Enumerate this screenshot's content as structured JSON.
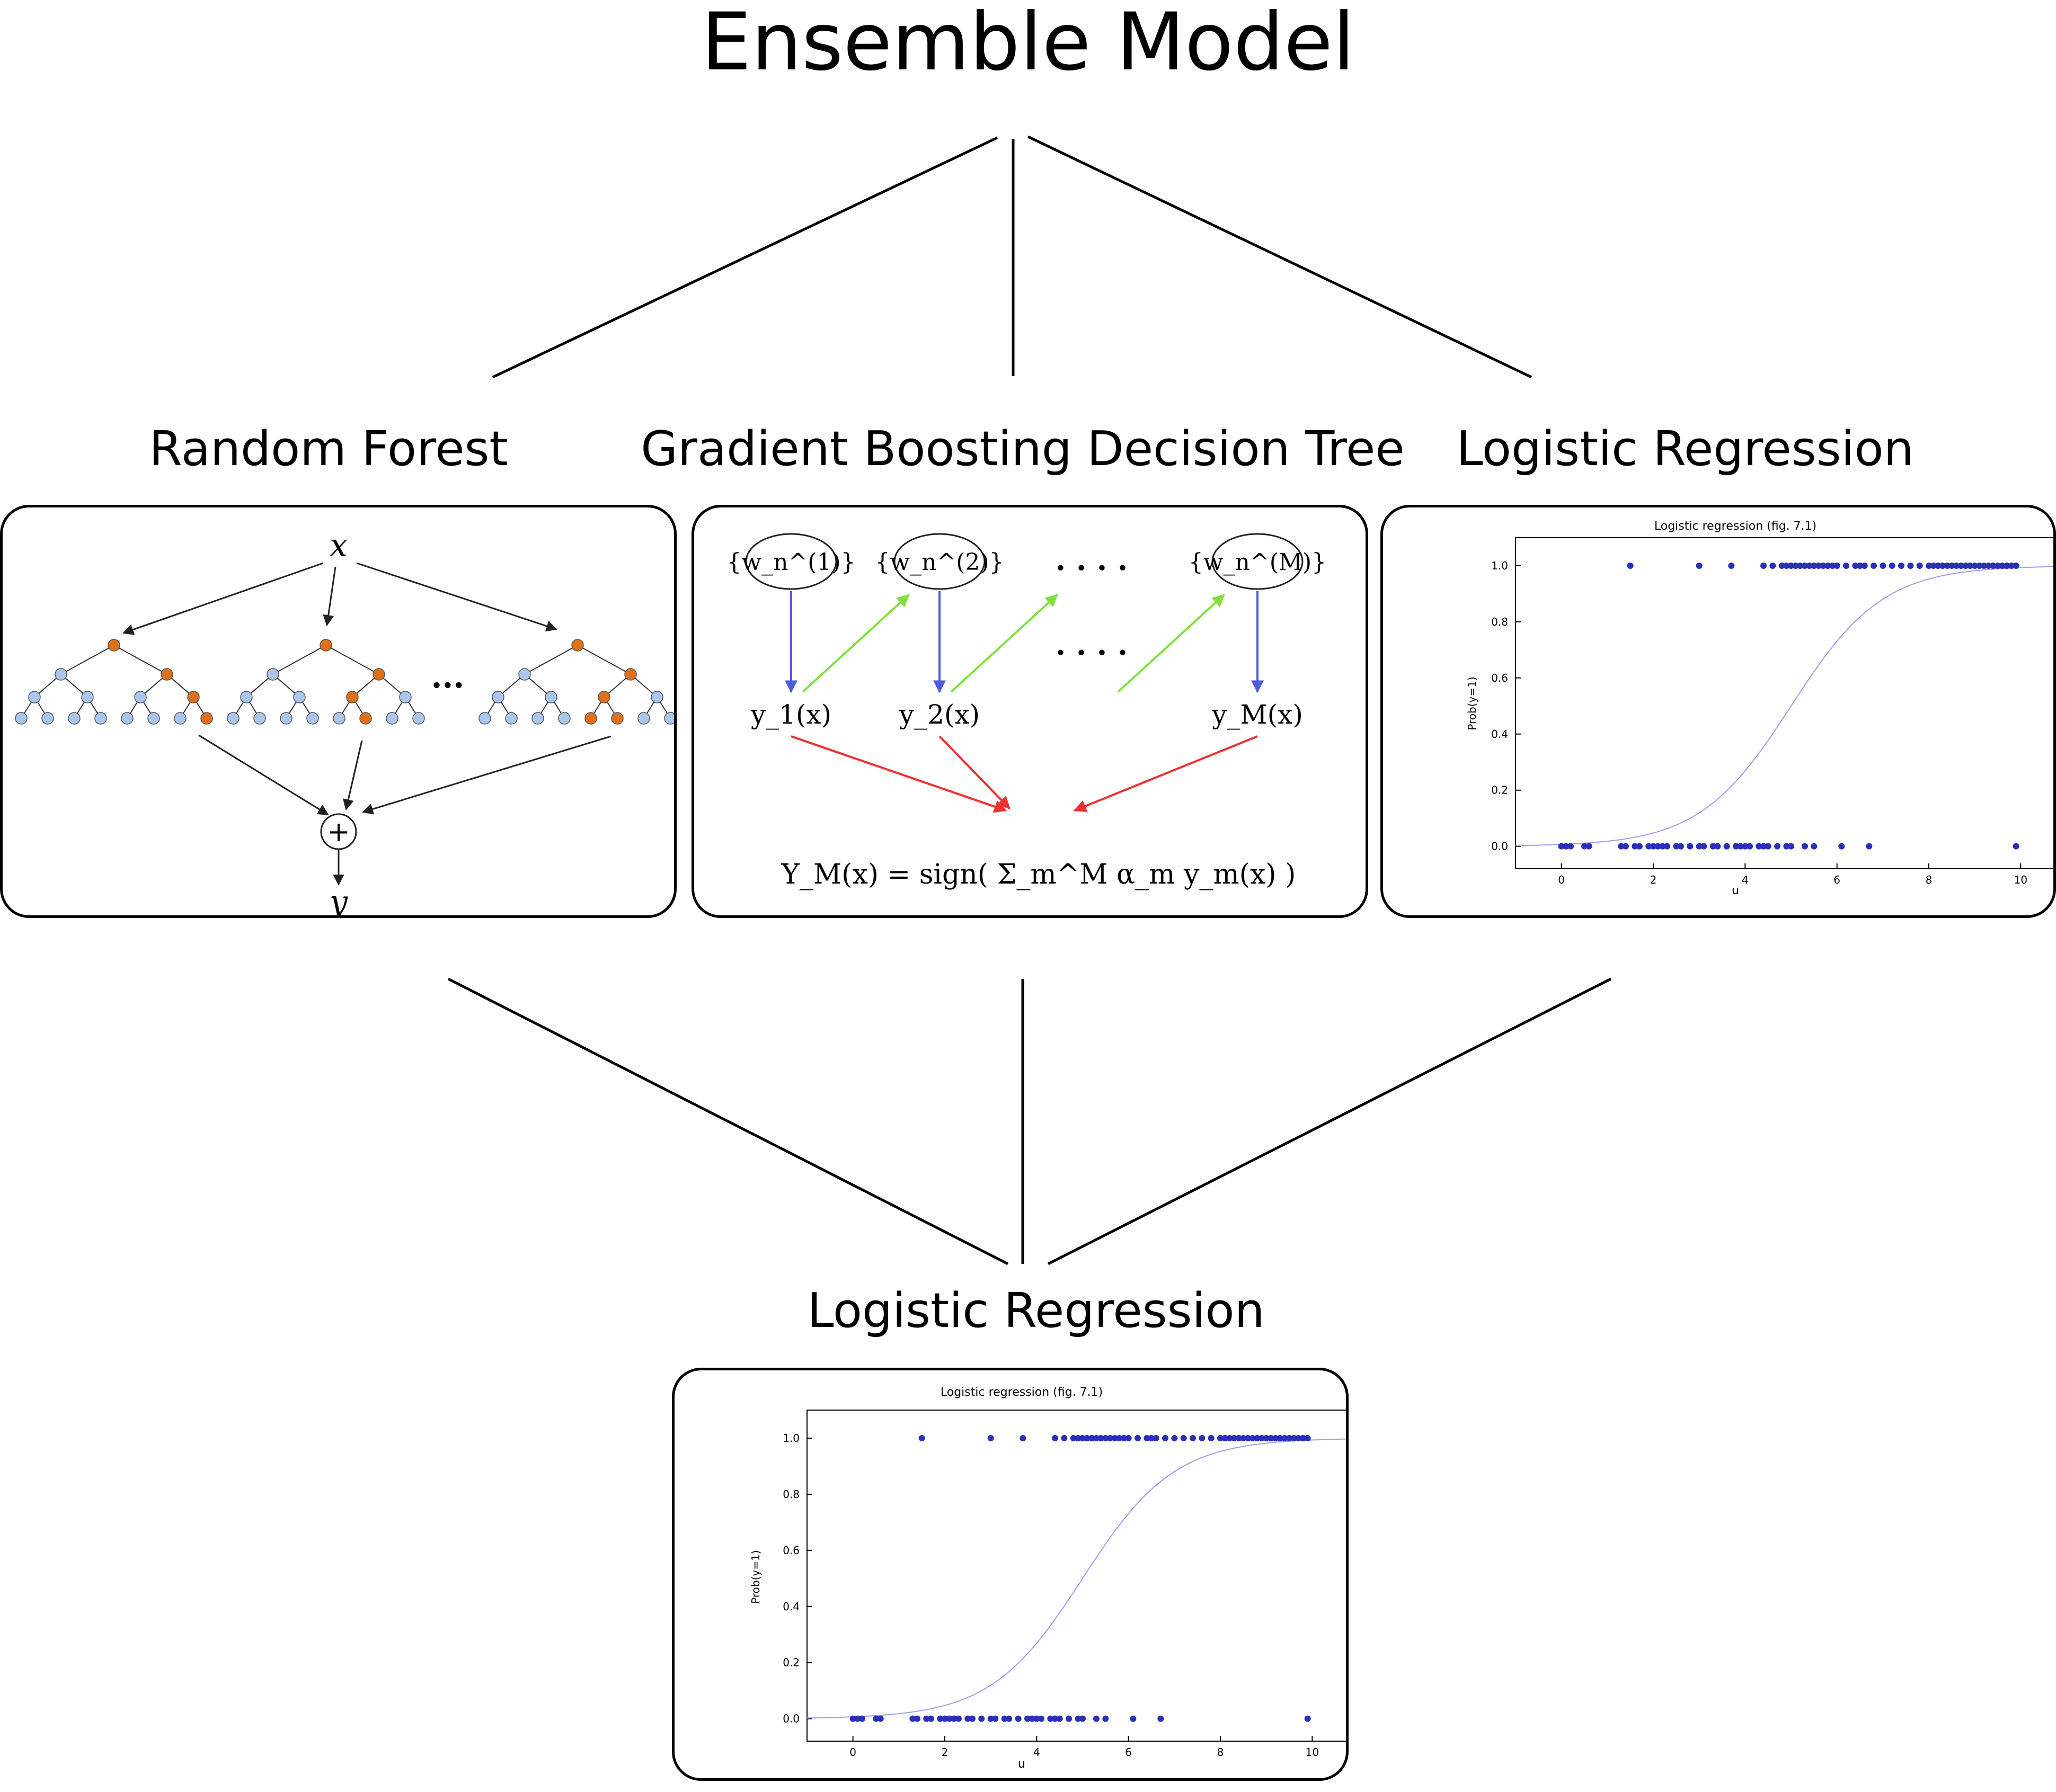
{
  "title": "Ensemble Model",
  "models": {
    "rf_label": "Random Forest",
    "gbdt_label": "Gradient Boosting Decision Tree",
    "lr_label": "Logistic Regression"
  },
  "final_label": "Logistic Regression",
  "random_forest": {
    "input": "x",
    "output": "y",
    "combine": "+",
    "ellipsis": "...",
    "colors": {
      "node": "#a9c6ec",
      "active": "#e0701a",
      "line": "#333333"
    }
  },
  "gbdt": {
    "weights": [
      "{w_n^(1)}",
      "{w_n^(2)}",
      "{w_n^(M)}"
    ],
    "learners": [
      "y_1(x)",
      "y_2(x)",
      "y_M(x)"
    ],
    "dots": ". . . .",
    "formula": "Y_M(x) = sign( Σ_m^M α_m y_m(x) )",
    "colors": {
      "blue": "#4d5bdf",
      "green": "#7fe23c",
      "red": "#ee3030"
    }
  },
  "lr_chart_title": "Logistic regression (fig. 7.1)",
  "lr_ylabel": "Prob(y=1)",
  "lr_xlabel": "u",
  "chart_data": [
    {
      "type": "scatter",
      "title": "Logistic regression (fig. 7.1)",
      "xlabel": "u",
      "ylabel": "Prob(y=1)",
      "xlim": [
        -1,
        11
      ],
      "ylim": [
        -0.08,
        1.1
      ],
      "xticks": [
        0,
        2,
        4,
        6,
        8,
        10
      ],
      "yticks": [
        0.0,
        0.2,
        0.4,
        0.6,
        0.8,
        1.0
      ],
      "series": [
        {
          "values_x_y1": [
            1.5,
            3.0,
            3.7,
            4.4,
            4.6,
            4.8,
            4.9,
            5.0,
            5.1,
            5.2,
            5.3,
            5.4,
            5.5,
            5.6,
            5.7,
            5.8,
            5.9,
            6.0,
            6.2,
            6.4,
            6.5,
            6.6,
            6.8,
            7.0,
            7.2,
            7.4,
            7.6,
            7.8,
            8.0,
            8.1,
            8.2,
            8.3,
            8.4,
            8.5,
            8.6,
            8.7,
            8.8,
            8.9,
            9.0,
            9.1,
            9.2,
            9.3,
            9.4,
            9.5,
            9.6,
            9.7,
            9.8,
            9.9
          ]
        },
        {
          "values_x_y0": [
            0.0,
            0.1,
            0.2,
            0.5,
            0.6,
            1.3,
            1.4,
            1.6,
            1.7,
            1.9,
            2.0,
            2.1,
            2.2,
            2.3,
            2.5,
            2.6,
            2.8,
            3.0,
            3.1,
            3.3,
            3.4,
            3.6,
            3.8,
            3.9,
            4.0,
            4.1,
            4.3,
            4.4,
            4.5,
            4.7,
            4.9,
            5.0,
            5.3,
            5.5,
            6.1,
            6.7,
            9.9
          ]
        },
        {
          "curve": "logistic",
          "center": 5.0,
          "scale": 1.0
        }
      ]
    },
    {
      "type": "scatter",
      "title": "Logistic regression (fig. 7.1)",
      "xlabel": "u",
      "ylabel": "Prob(y=1)",
      "xlim": [
        -1,
        11
      ],
      "ylim": [
        -0.08,
        1.1
      ],
      "xticks": [
        0,
        2,
        4,
        6,
        8,
        10
      ],
      "yticks": [
        0.0,
        0.2,
        0.4,
        0.6,
        0.8,
        1.0
      ],
      "series": [
        {
          "values_x_y1": [
            1.5,
            3.0,
            3.7,
            4.4,
            4.6,
            4.8,
            4.9,
            5.0,
            5.1,
            5.2,
            5.3,
            5.4,
            5.5,
            5.6,
            5.7,
            5.8,
            5.9,
            6.0,
            6.2,
            6.4,
            6.5,
            6.6,
            6.8,
            7.0,
            7.2,
            7.4,
            7.6,
            7.8,
            8.0,
            8.1,
            8.2,
            8.3,
            8.4,
            8.5,
            8.6,
            8.7,
            8.8,
            8.9,
            9.0,
            9.1,
            9.2,
            9.3,
            9.4,
            9.5,
            9.6,
            9.7,
            9.8,
            9.9
          ]
        },
        {
          "values_x_y0": [
            0.0,
            0.1,
            0.2,
            0.5,
            0.6,
            1.3,
            1.4,
            1.6,
            1.7,
            1.9,
            2.0,
            2.1,
            2.2,
            2.3,
            2.5,
            2.6,
            2.8,
            3.0,
            3.1,
            3.3,
            3.4,
            3.6,
            3.8,
            3.9,
            4.0,
            4.1,
            4.3,
            4.4,
            4.5,
            4.7,
            4.9,
            5.0,
            5.3,
            5.5,
            6.1,
            6.7,
            9.9
          ]
        },
        {
          "curve": "logistic",
          "center": 5.0,
          "scale": 1.0
        }
      ]
    }
  ]
}
